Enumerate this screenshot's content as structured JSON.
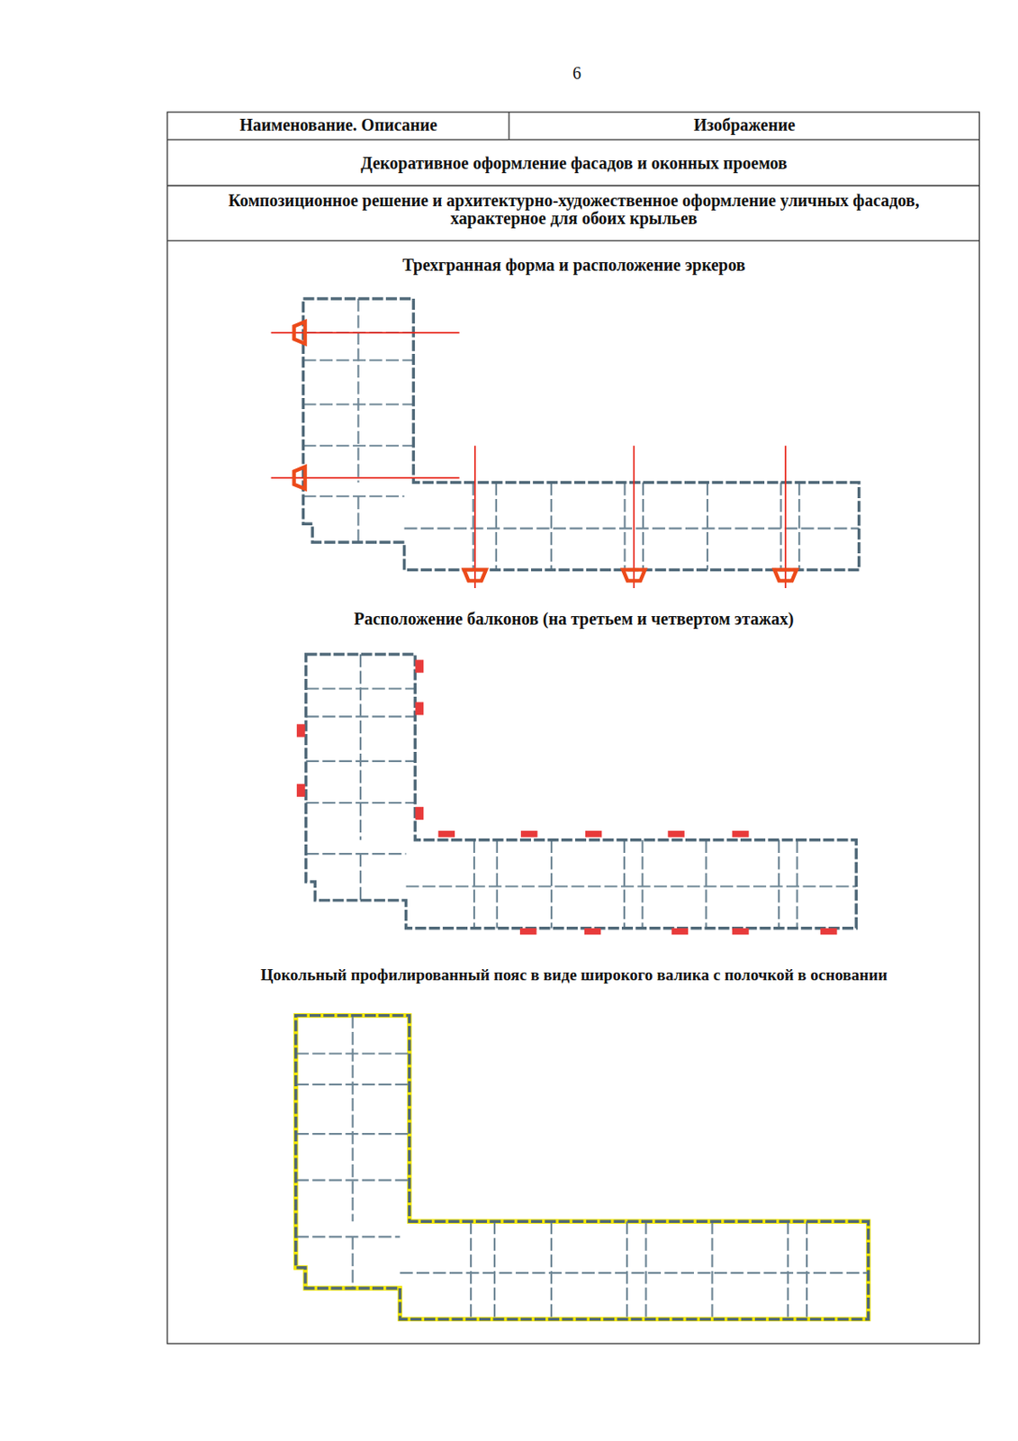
{
  "diagram": {
    "labels": [
      "6",
      "Наименование. Описание",
      "Изображение",
      "Декоративное оформление фасадов и оконных проемов",
      "Композиционное решение и архитектурно-художественное оформление уличных фасадов, характерное для обоих крыльев",
      "Трехгранная форма и расположение эркеров",
      "Расположение балконов (на третьем и четвертом этажах)",
      "Цокольный профилированный пояс в виде широкого валика с полочкой в основании"
    ]
  }
}
